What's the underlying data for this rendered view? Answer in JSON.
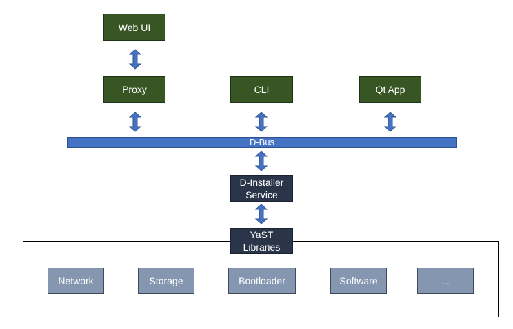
{
  "nodes": {
    "web_ui": "Web UI",
    "proxy": "Proxy",
    "cli": "CLI",
    "qt_app": "Qt App",
    "dbus": "D-Bus",
    "d_installer": "D-Installer\nService",
    "yast": "YaST\nLibraries"
  },
  "modules": [
    "Network",
    "Storage",
    "Bootloader",
    "Software",
    "..."
  ],
  "colors": {
    "client_box": "#375623",
    "service_box": "#2a3549",
    "module_box": "#8496b0",
    "bus": "#4472c4",
    "arrow": "#4472c4"
  }
}
